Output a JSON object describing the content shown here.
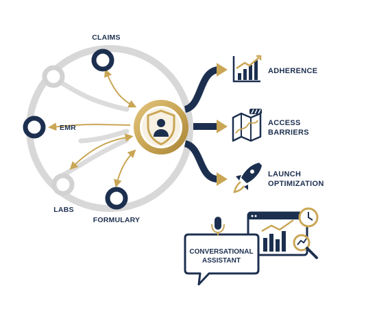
{
  "nodes": {
    "claims": "CLAIMS",
    "emr": "EMR",
    "labs": "LABS",
    "formulary": "FORMULARY"
  },
  "outcomes": {
    "adherence": "ADHERENCE",
    "access_line1": "ACCESS",
    "access_line2": "BARRIERS",
    "launch_line1": "LAUNCH",
    "launch_line2": "OPTIMIZATION"
  },
  "assistant": {
    "line1": "CONVERSATIONAL",
    "line2": "ASSISTANT"
  },
  "colors": {
    "navy": "#1c2f4f",
    "gold": "#c9a655",
    "gray": "#d6d6d6"
  },
  "icons": {
    "center": "shield-user-icon",
    "adherence": "bar-chart-icon",
    "access": "map-barrier-icon",
    "launch": "rocket-icon",
    "assistant": "microphone-icon",
    "dashboard": "analytics-dashboard-icon"
  }
}
